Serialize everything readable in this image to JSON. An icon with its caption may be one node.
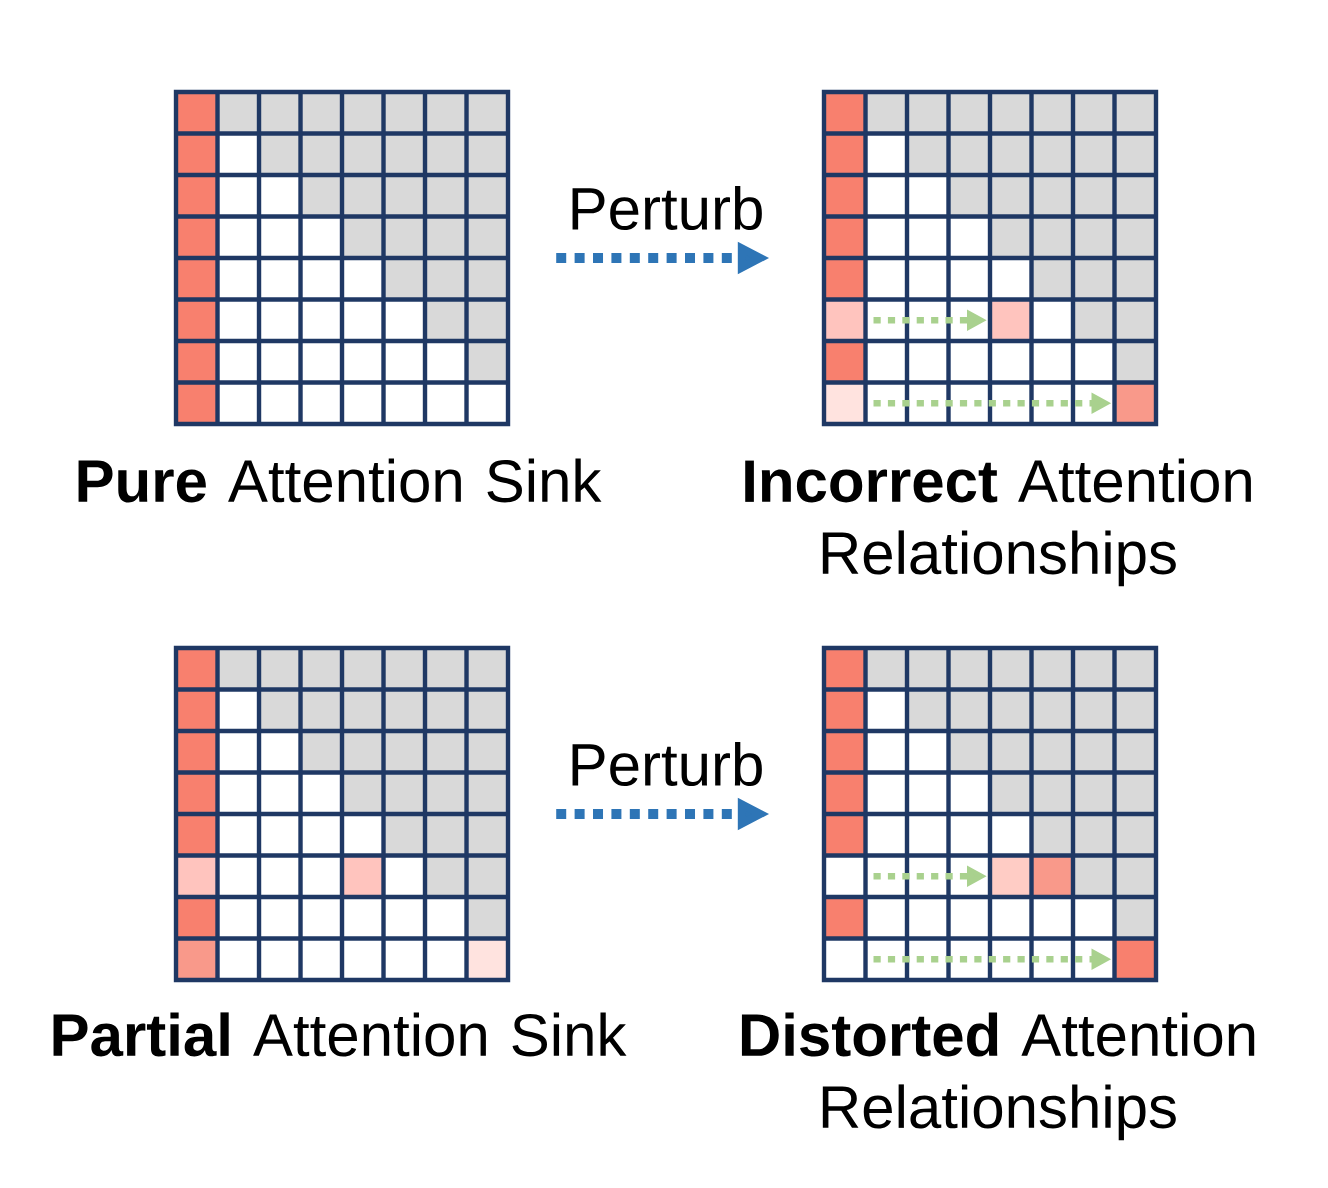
{
  "diagram": {
    "nodes": [
      {
        "text": [
          "**Pure** Attention Sink"
        ]
      },
      {
        "text": [
          "**Incorrect** Attention Relationships"
        ]
      },
      {
        "text": [
          "**Partial** Attention Sink"
        ]
      },
      {
        "text": [
          "**Distorted** Attention Relationships"
        ]
      }
    ],
    "edges": [
      {
        "from": 0,
        "to": 1,
        "arrow": "to",
        "label": "Perturb",
        "style": "dashed"
      },
      {
        "from": 2,
        "to": 3,
        "arrow": "to",
        "label": "Perturb",
        "style": "dashed"
      }
    ]
  }
}
